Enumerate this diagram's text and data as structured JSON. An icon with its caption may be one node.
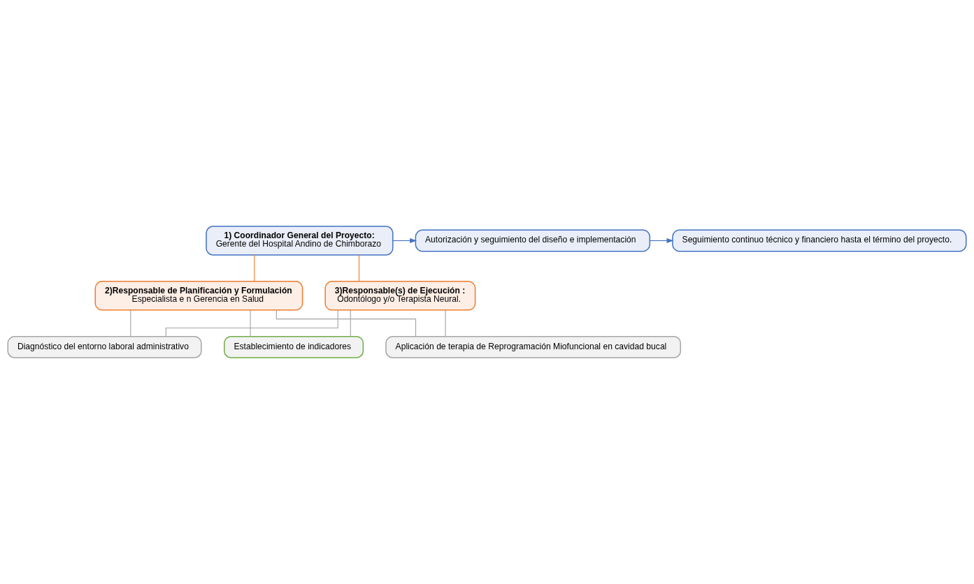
{
  "diagram": {
    "nodes": [
      {
        "text": [
          "1) Coordinador General del Proyecto:",
          "Gerente del Hospital Andino de Chimborazo"
        ]
      },
      {
        "text": [
          "Autorización y seguimiento del diseño e implementación"
        ]
      },
      {
        "text": [
          "Seguimiento continuo técnico y financiero hasta el término del proyecto."
        ]
      },
      {
        "text": [
          "2)Responsable de Planificación y Formulación",
          "Especialista e n Gerencia en Salud"
        ]
      },
      {
        "text": [
          "3)Responsable(s) de Ejecución :",
          "Odontólogo y/o Terapista Neural."
        ]
      },
      {
        "text": [
          "Diagnóstico del entorno laboral administrativo"
        ]
      },
      {
        "text": [
          "Establecimiento de indicadores"
        ]
      },
      {
        "text": [
          "Aplicación de terapia de Reprogramación Miofuncional en cavidad bucal"
        ]
      }
    ],
    "edges": [
      {
        "from": 0,
        "to": 1,
        "arrow": "to",
        "color": "#4472c4"
      },
      {
        "from": 1,
        "to": 2,
        "arrow": "to",
        "color": "#4472c4"
      },
      {
        "from": 0,
        "to": 3,
        "arrow": "none",
        "color": "#ed7d31"
      },
      {
        "from": 0,
        "to": 4,
        "arrow": "none",
        "color": "#ed7d31"
      },
      {
        "from": 3,
        "to": 5,
        "arrow": "none",
        "color": "#a5a5a5"
      },
      {
        "from": 3,
        "to": 6,
        "arrow": "none",
        "color": "#a5a5a5"
      },
      {
        "from": 3,
        "to": 7,
        "arrow": "none",
        "color": "#a5a5a5"
      },
      {
        "from": 4,
        "to": 5,
        "arrow": "none",
        "color": "#a5a5a5"
      },
      {
        "from": 4,
        "to": 6,
        "arrow": "none",
        "color": "#a5a5a5"
      },
      {
        "from": 4,
        "to": 7,
        "arrow": "none",
        "color": "#a5a5a5"
      }
    ]
  }
}
